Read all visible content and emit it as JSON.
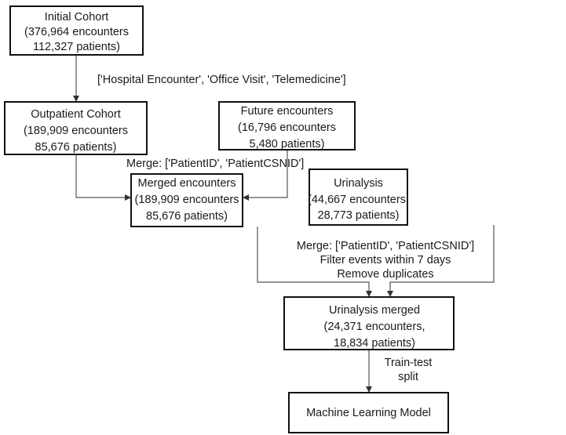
{
  "nodes": {
    "initial": {
      "lines": [
        "Initial Cohort",
        "(376,964 encounters",
        "112,327 patients)"
      ]
    },
    "outpatient": {
      "lines": [
        "Outpatient Cohort",
        "(189,909 encounters",
        "85,676 patients)"
      ]
    },
    "future": {
      "lines": [
        "Future encounters",
        "(16,796 encounters",
        "5,480 patients)"
      ]
    },
    "merged": {
      "lines": [
        "Merged encounters",
        "(189,909 encounters",
        "85,676 patients)"
      ]
    },
    "urinalysis": {
      "lines": [
        "Urinalysis",
        "(44,667 encounters,",
        "28,773 patients)"
      ]
    },
    "urinalysis_merged": {
      "lines": [
        "Urinalysis merged",
        "(24,371 encounters,",
        "18,834 patients)"
      ]
    },
    "ml_model": {
      "lines": [
        "Machine Learning Model"
      ]
    }
  },
  "edge_labels": {
    "filter_types": [
      "['Hospital Encounter', 'Office Visit', 'Telemedicine']"
    ],
    "merge_ids": [
      "Merge: ['PatientID', 'PatientCSNID']"
    ],
    "merge_filter": [
      "Merge: ['PatientID', 'PatientCSNID']",
      "Filter events within 7 days",
      "Remove duplicates"
    ],
    "split": [
      "Train-test",
      "split"
    ]
  }
}
